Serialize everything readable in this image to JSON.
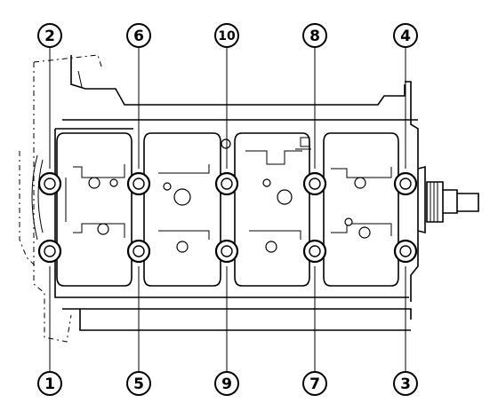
{
  "diagram": {
    "bolt_labels": {
      "top": [
        "2",
        "6",
        "10",
        "8",
        "4"
      ],
      "bottom": [
        "1",
        "5",
        "9",
        "7",
        "3"
      ]
    }
  }
}
